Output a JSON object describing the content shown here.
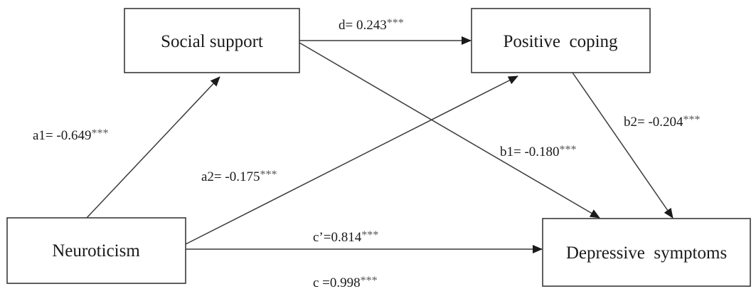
{
  "nodes": {
    "social_support": "Social support",
    "positive_coping": "Positive  coping",
    "neuroticism": "Neuroticism",
    "depressive_symptoms": "Depressive  symptoms"
  },
  "paths": {
    "a1": {
      "label": "a1= -0.649",
      "sig": "***"
    },
    "d": {
      "label": "d= 0.243",
      "sig": "***"
    },
    "a2": {
      "label": "a2= -0.175",
      "sig": "***"
    },
    "b1": {
      "label": "b1= -0.180",
      "sig": "***"
    },
    "b2": {
      "label": "b2= -0.204",
      "sig": "***"
    },
    "c_prime": {
      "label": "c’=0.814",
      "sig": "***"
    },
    "c": {
      "label": "c =0.998",
      "sig": "***"
    }
  },
  "colors": {
    "line": "#3a3a3a",
    "text": "#1a1a1a",
    "significance": "#555555"
  }
}
